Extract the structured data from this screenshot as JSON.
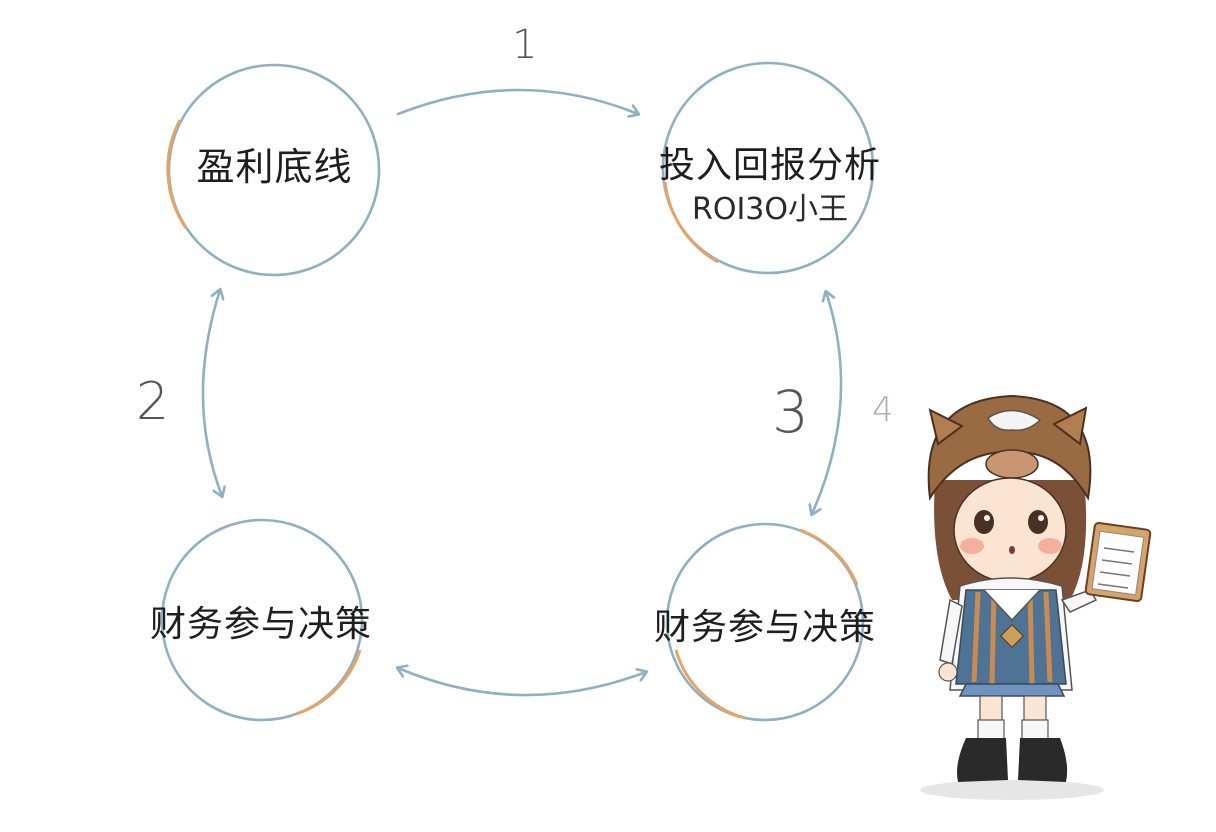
{
  "nodes": [
    {
      "id": "top-left",
      "label": "盈利底线"
    },
    {
      "id": "top-right",
      "label": "投入回报分析",
      "sublabel": "ROI3O小王"
    },
    {
      "id": "bottom-left",
      "label": "财务参与决策"
    },
    {
      "id": "bottom-right",
      "label": "财务参与决策"
    }
  ],
  "steps": [
    "1",
    "2",
    "3",
    "4"
  ],
  "colors": {
    "circle": "#8fb0c1",
    "accent": "#e2a468",
    "arrow": "#8fb0c1",
    "text": "#1e1e1e"
  },
  "decor": {
    "character": "girl-in-horse-hood-with-clipboard-illustration"
  }
}
